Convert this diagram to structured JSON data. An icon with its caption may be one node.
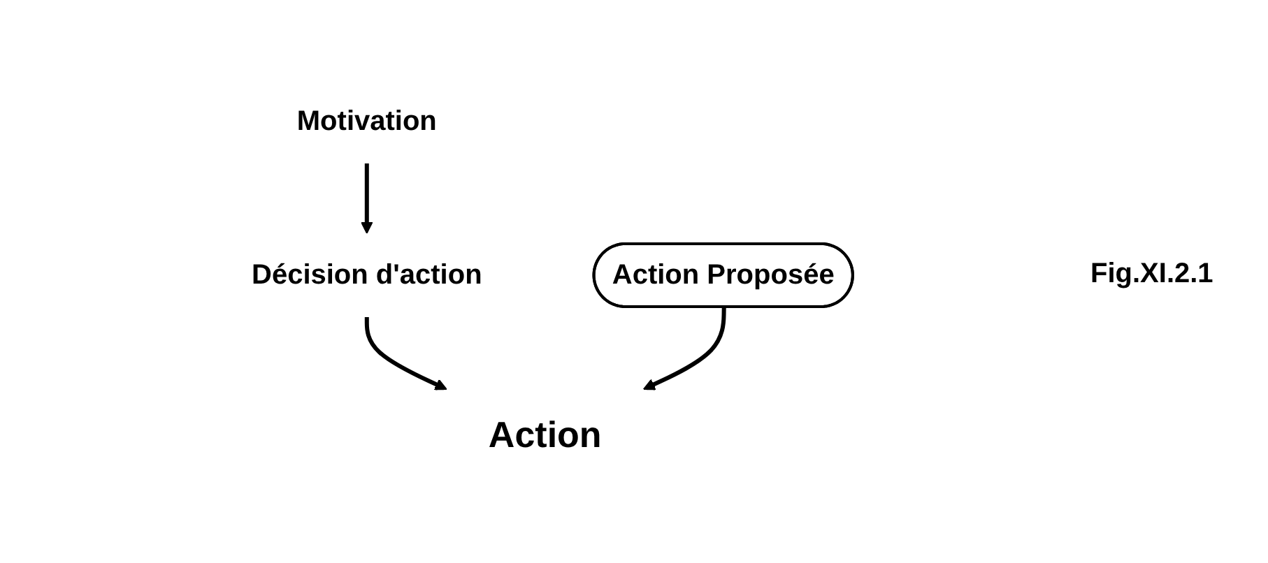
{
  "diagram": {
    "nodes": [
      {
        "text": [
          "Motivation"
        ]
      },
      {
        "text": [
          "Décision d'action"
        ]
      },
      {
        "text": [
          "Action"
        ]
      },
      {
        "text": [
          "Action Proposée"
        ]
      }
    ],
    "edges": [
      {
        "from": 0,
        "to": 1,
        "arrow": "to"
      },
      {
        "from": 1,
        "to": 2,
        "arrow": "to"
      },
      {
        "from": 3,
        "to": 2,
        "arrow": "to"
      }
    ],
    "labels": [
      "Fig.XI.2.1"
    ]
  }
}
